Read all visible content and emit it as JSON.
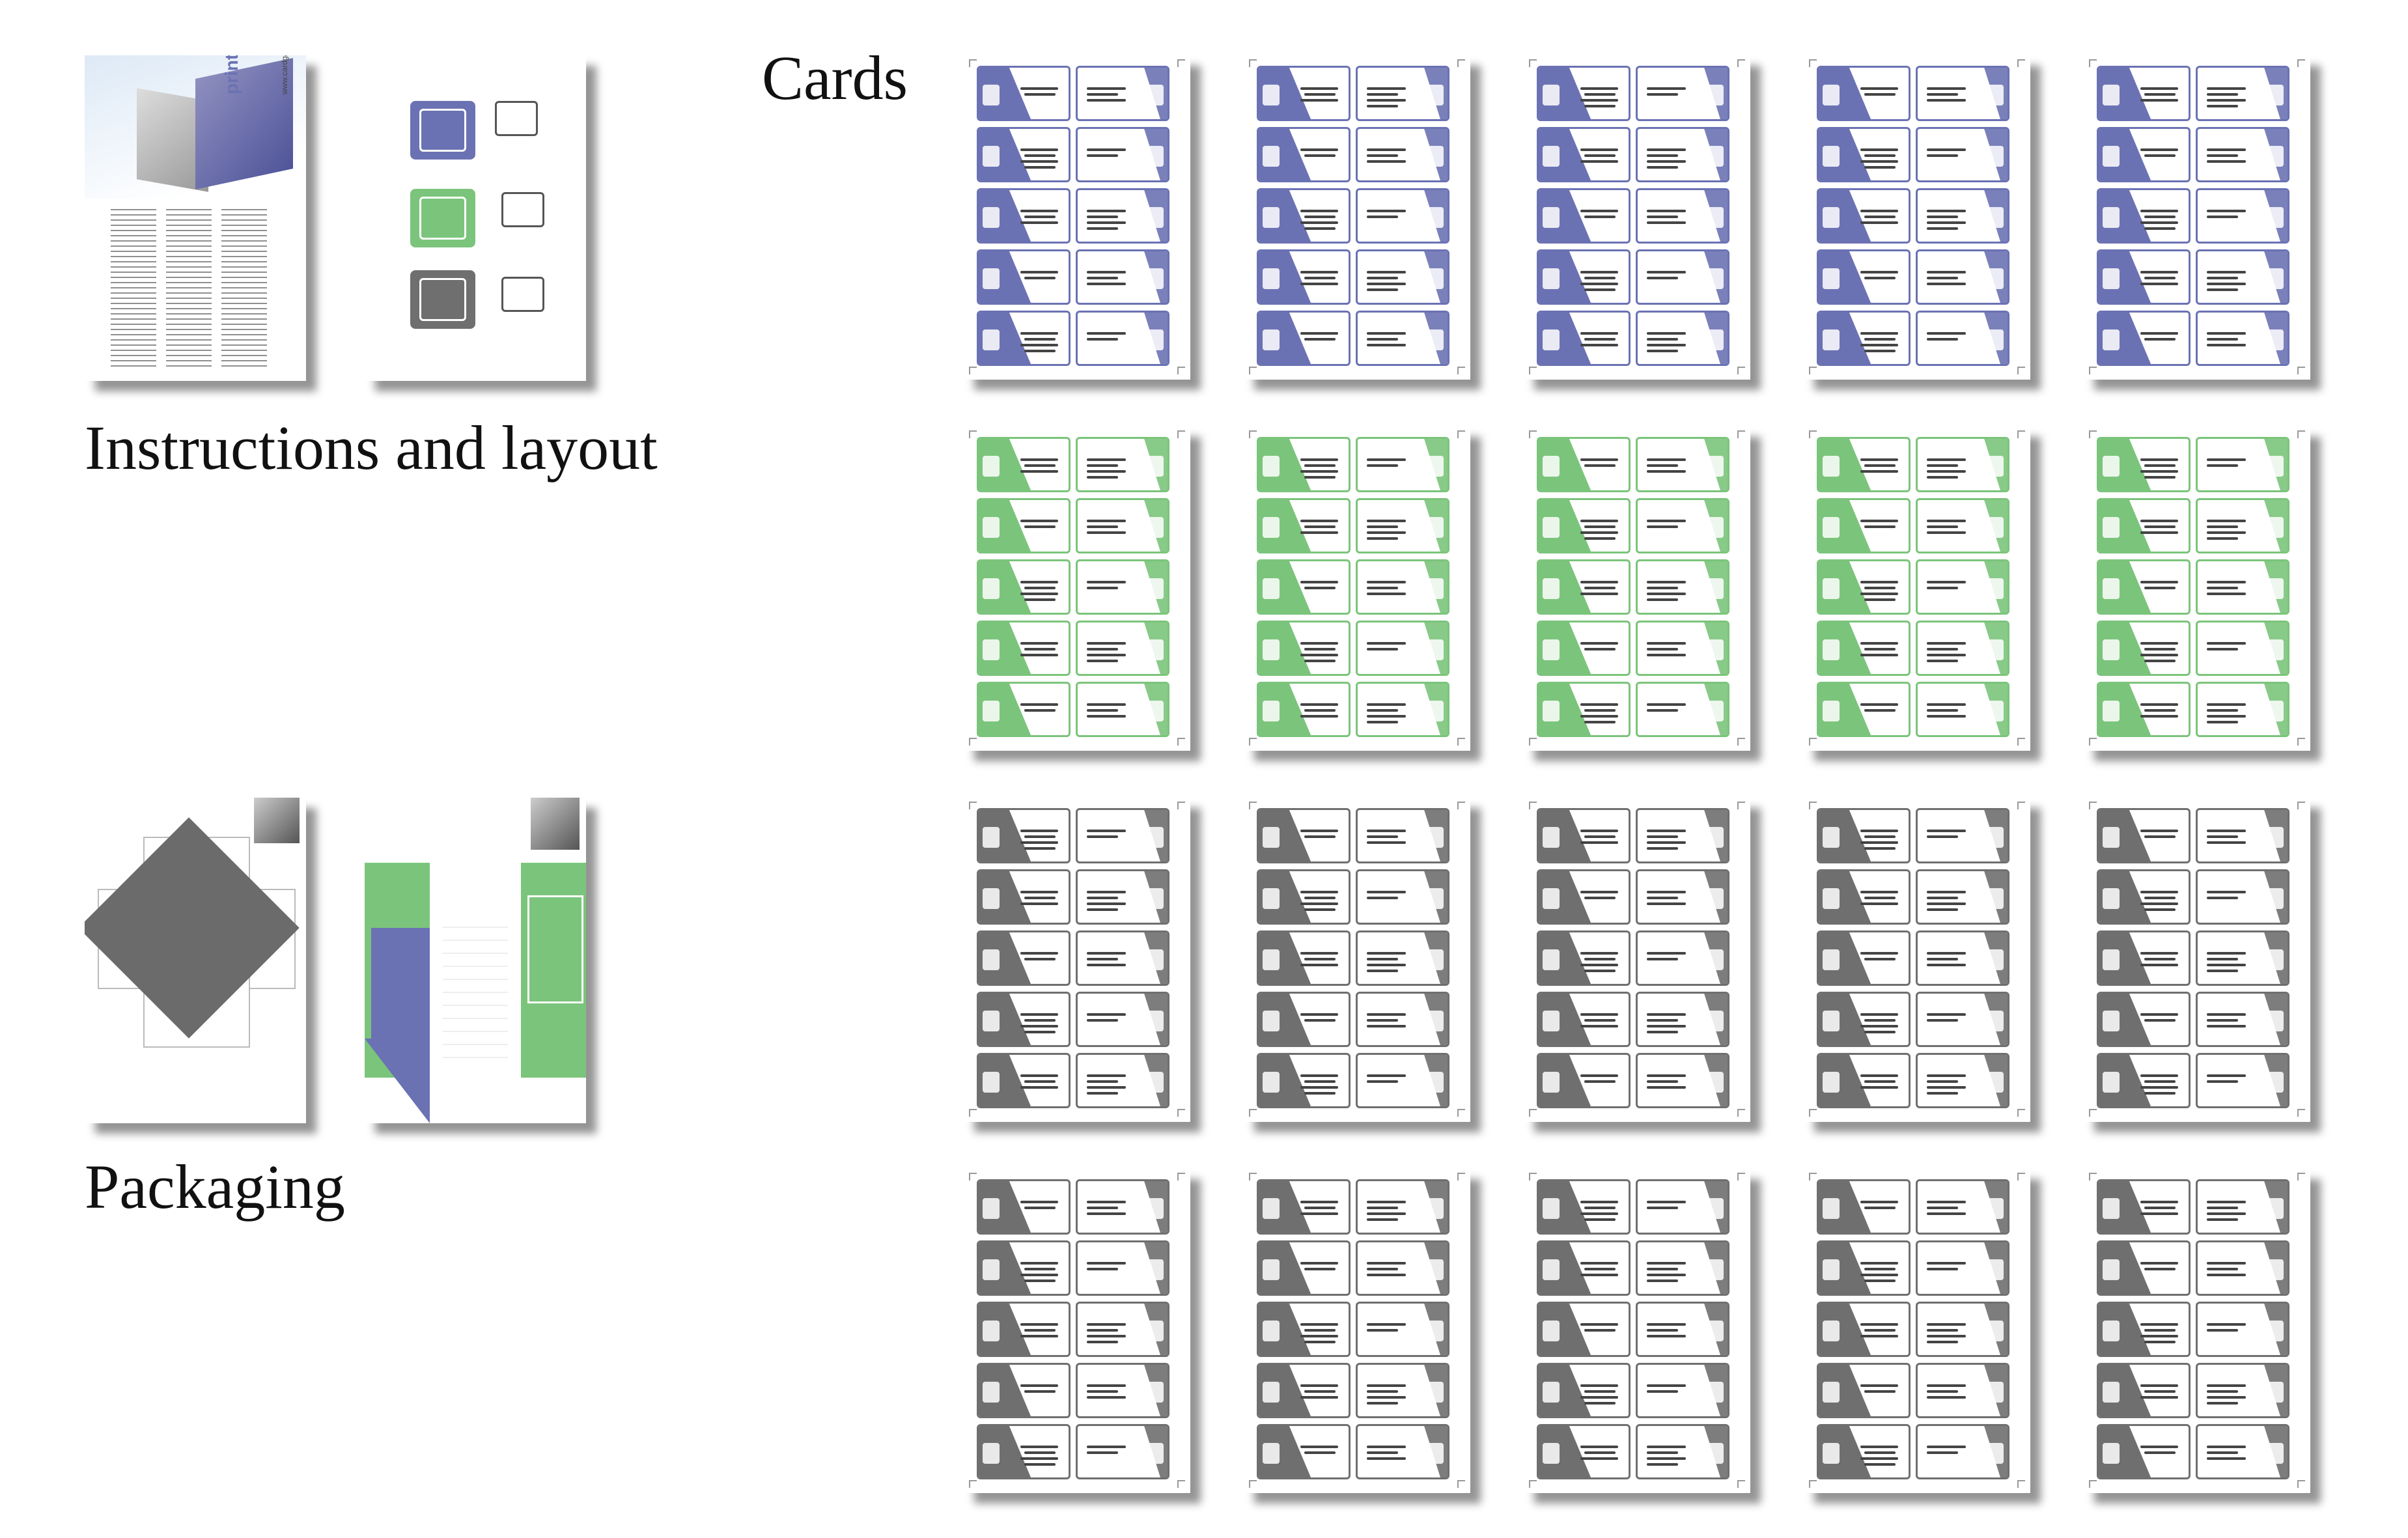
{
  "headings": {
    "cards": "Cards",
    "instructions": "Instructions and layout",
    "packaging": "Packaging"
  },
  "colors": {
    "blue": "#6b72b3",
    "green": "#7bc47b",
    "grey": "#6f6f6f"
  },
  "instructions_sheet": {
    "tagline": "print create and play",
    "website": "www.cardgames.co.uk"
  },
  "card_rows": [
    {
      "color": "blue",
      "sheets": 5
    },
    {
      "color": "green",
      "sheets": 5
    },
    {
      "color": "grey",
      "sheets": 5
    },
    {
      "color": "grey",
      "sheets": 5
    }
  ]
}
